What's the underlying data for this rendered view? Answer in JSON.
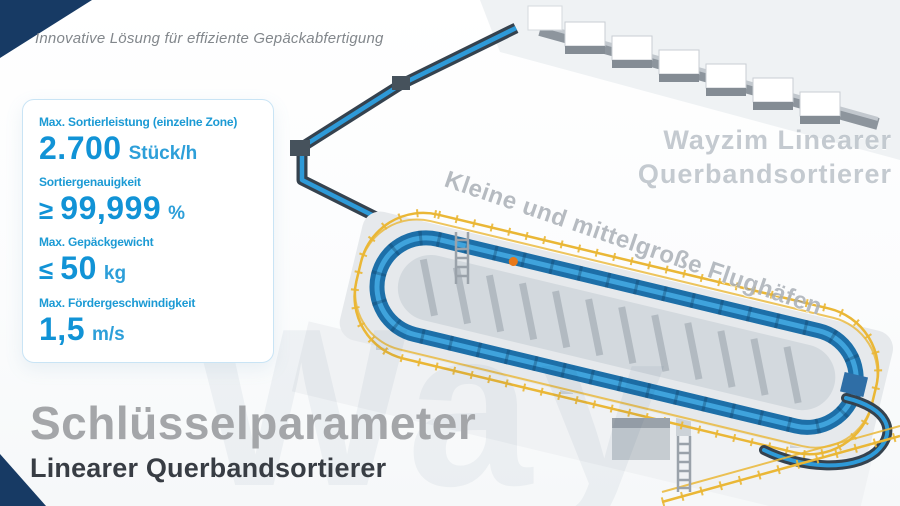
{
  "theme": {
    "accent_blue": "#1193d6",
    "label_blue": "#1b9ad4",
    "navy": "#173a64",
    "heading_gray": "#a4a6a9",
    "subheading_dark": "#383d44",
    "belt_blue": "#2e9ad8",
    "fence_yellow": "#eab736"
  },
  "header": {
    "tagline": "Innovative Lösung für effiziente Gepäckabfertigung"
  },
  "card": {
    "items": [
      {
        "label": "Max. Sortierleistung (einzelne Zone)",
        "prefix": "",
        "value": "2.700",
        "unit": "Stück/h"
      },
      {
        "label": "Sortiergenauigkeit",
        "prefix": "≥",
        "value": "99,999",
        "unit": "%"
      },
      {
        "label": "Max. Gepäckgewicht",
        "prefix": "≤",
        "value": "50",
        "unit": "kg"
      },
      {
        "label": "Max. Fördergeschwindigkeit",
        "prefix": "",
        "value": "1,5",
        "unit": "m/s"
      }
    ]
  },
  "title": {
    "heading": "Schlüsselparameter",
    "subheading": "Linearer Querbandsortierer"
  },
  "watermarks": {
    "product_line1": "Wayzim Linearer",
    "product_line2": "Querbandsortierer",
    "audience": "Kleine und mittelgroße Flughäfen",
    "brand": "Way"
  },
  "illustration": {
    "name": "linearer-querbandsortierer-3d-render"
  }
}
